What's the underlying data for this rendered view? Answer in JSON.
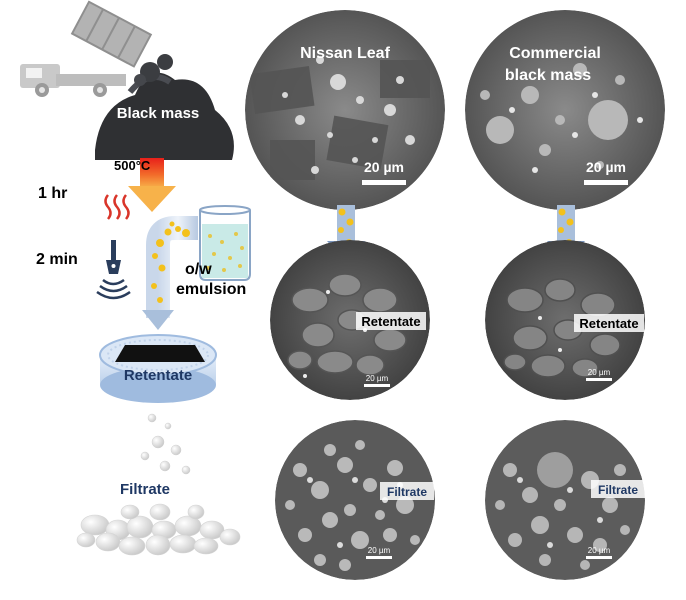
{
  "labels": {
    "black_mass": "Black mass",
    "temperature": "500°C",
    "time_heat": "1 hr",
    "time_sonic": "2 min",
    "emulsion_line1": "o/w",
    "emulsion_line2": "emulsion",
    "retentate": "Retentate",
    "filtrate": "Filtrate"
  },
  "micrographs": {
    "nissan_title": "Nissan Leaf",
    "commercial_title_line1": "Commercial",
    "commercial_title_line2": "black mass",
    "scale_large": "20 µm",
    "scale_small": "20 µm",
    "retentate_tag": "Retentate",
    "filtrate_tag": "Filtrate"
  },
  "colors": {
    "heat_arrow_top": "#e8201a",
    "heat_arrow_bottom": "#f7b24a",
    "flow_arrow": "#a9bfdb",
    "particle_yellow": "#f3c11c",
    "filter_dish": "#cfe0f3",
    "text_navy": "#1f3864",
    "sem_gray": "#7a7a7a",
    "sem_dark": "#3c3c3c"
  },
  "icons": [
    "dump-truck-icon",
    "heat-waves-icon",
    "sonicator-probe-icon",
    "beaker-icon",
    "filter-dish-icon"
  ]
}
